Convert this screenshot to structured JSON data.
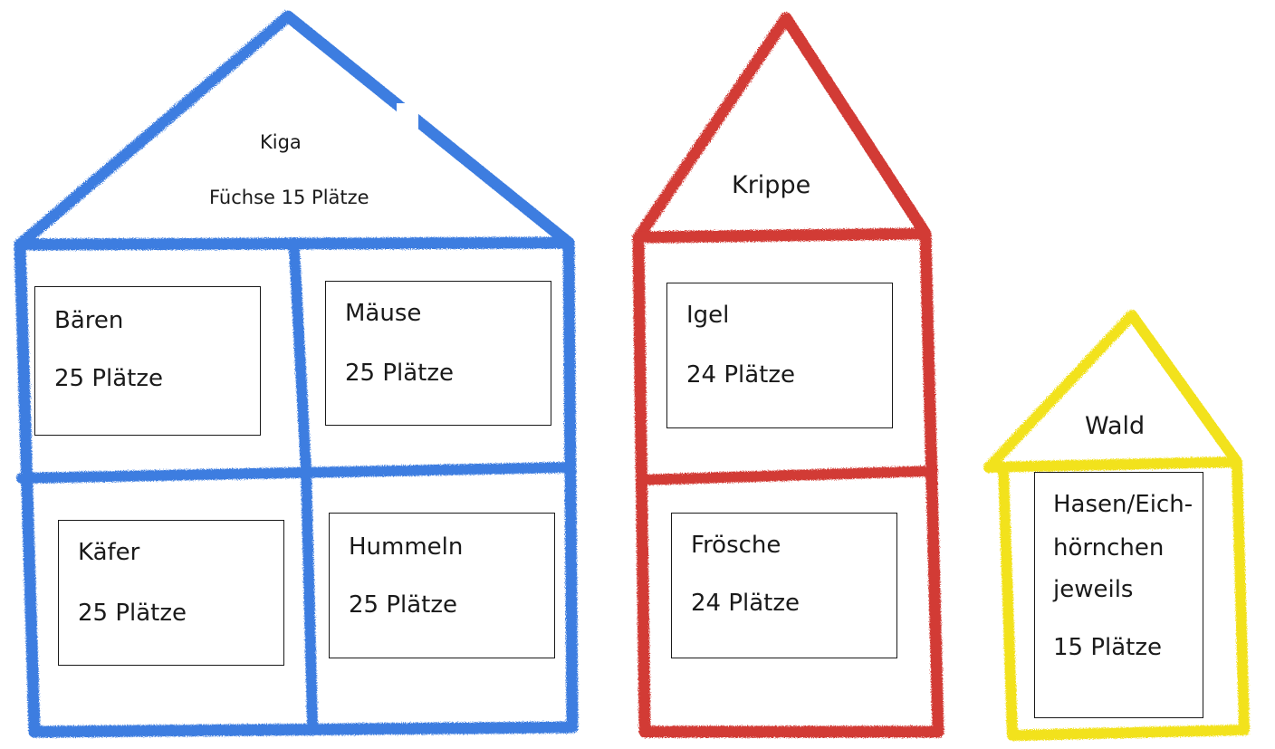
{
  "colors": {
    "kiga": "#3d7de0",
    "krippe": "#d23a36",
    "wald": "#f2e21c"
  },
  "kiga": {
    "title": "Kiga",
    "roof_group": "Füchse 15 Plätze",
    "rooms": [
      {
        "name": "Bären",
        "places": "25 Plätze"
      },
      {
        "name": "Mäuse",
        "places": "25 Plätze"
      },
      {
        "name": "Käfer",
        "places": "25 Plätze"
      },
      {
        "name": "Hummeln",
        "places": "25 Plätze"
      }
    ]
  },
  "krippe": {
    "title": "Krippe",
    "rooms": [
      {
        "name": "Igel",
        "places": "24 Plätze"
      },
      {
        "name": "Frösche",
        "places": "24 Plätze"
      }
    ]
  },
  "wald": {
    "title": "Wald",
    "room": {
      "name_lines": [
        "Hasen/Eich-",
        "hörnchen",
        "jeweils"
      ],
      "places": "15 Plätze"
    }
  }
}
